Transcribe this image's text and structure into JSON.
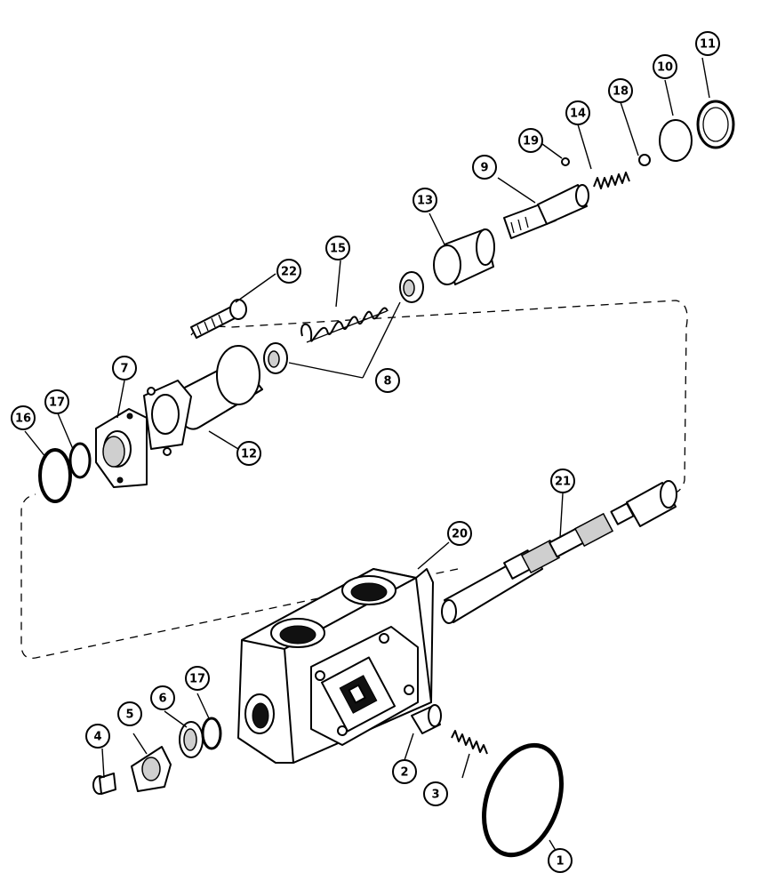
{
  "diagram": {
    "callouts": [
      {
        "id": "c1",
        "label": "1"
      },
      {
        "id": "c2",
        "label": "2"
      },
      {
        "id": "c3",
        "label": "3"
      },
      {
        "id": "c4",
        "label": "4"
      },
      {
        "id": "c5",
        "label": "5"
      },
      {
        "id": "c6",
        "label": "6"
      },
      {
        "id": "c7",
        "label": "7"
      },
      {
        "id": "c8",
        "label": "8"
      },
      {
        "id": "c9",
        "label": "9"
      },
      {
        "id": "c10",
        "label": "10"
      },
      {
        "id": "c11",
        "label": "11"
      },
      {
        "id": "c12",
        "label": "12"
      },
      {
        "id": "c13",
        "label": "13"
      },
      {
        "id": "c14",
        "label": "14"
      },
      {
        "id": "c15",
        "label": "15"
      },
      {
        "id": "c16",
        "label": "16"
      },
      {
        "id": "c17a",
        "label": "17"
      },
      {
        "id": "c17b",
        "label": "17"
      },
      {
        "id": "c18",
        "label": "18"
      },
      {
        "id": "c19",
        "label": "19"
      },
      {
        "id": "c20",
        "label": "20"
      },
      {
        "id": "c21",
        "label": "21"
      },
      {
        "id": "c22",
        "label": "22"
      }
    ]
  }
}
